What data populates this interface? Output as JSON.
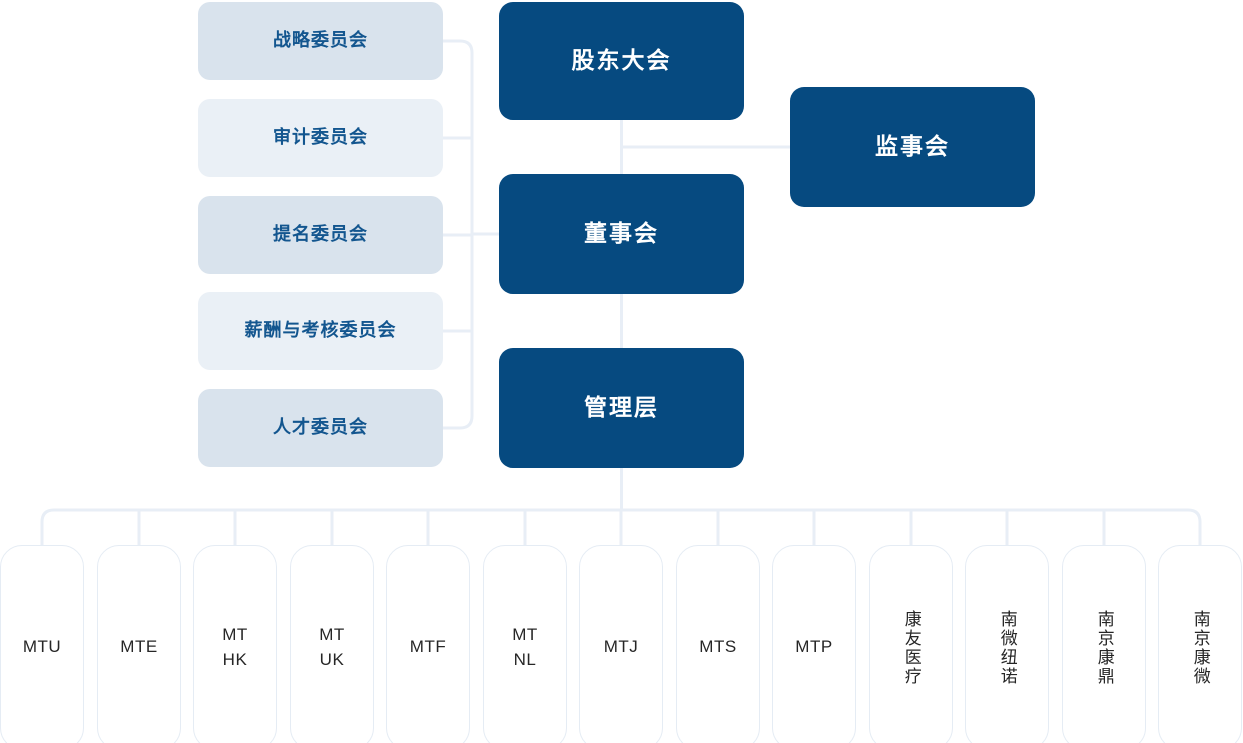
{
  "chart_data": {
    "type": "diagram",
    "title": "",
    "diagram_kind": "organization-chart",
    "colors": {
      "primary_box": "#064a80",
      "primary_box_text": "#ffffff",
      "committee_shade_dark": "#d9e3ed",
      "committee_shade_light": "#eaf0f6",
      "committee_text": "#13568f",
      "connector": "#e8eef6",
      "subsidiary_border": "#e5ecf4",
      "subsidiary_text": "#262626"
    }
  },
  "governance": {
    "shareholders_meeting": "股东大会",
    "board_of_directors": "董事会",
    "supervisory_board": "监事会",
    "management": "管理层"
  },
  "committees": [
    {
      "label": "战略委员会"
    },
    {
      "label": "审计委员会"
    },
    {
      "label": "提名委员会"
    },
    {
      "label": "薪酬与考核委员会"
    },
    {
      "label": "人才委员会"
    }
  ],
  "subsidiaries": [
    {
      "label": "MTU",
      "orientation": "horizontal"
    },
    {
      "label": "MTE",
      "orientation": "horizontal"
    },
    {
      "label": "MT\nHK",
      "orientation": "horizontal"
    },
    {
      "label": "MT\nUK",
      "orientation": "horizontal"
    },
    {
      "label": "MTF",
      "orientation": "horizontal"
    },
    {
      "label": "MT\nNL",
      "orientation": "horizontal"
    },
    {
      "label": "MTJ",
      "orientation": "horizontal"
    },
    {
      "label": "MTS",
      "orientation": "horizontal"
    },
    {
      "label": "MTP",
      "orientation": "horizontal"
    },
    {
      "label": "康友医疗",
      "orientation": "vertical"
    },
    {
      "label": "南微纽诺",
      "orientation": "vertical"
    },
    {
      "label": "南京康鼎",
      "orientation": "vertical"
    },
    {
      "label": "南京康微",
      "orientation": "vertical"
    }
  ]
}
